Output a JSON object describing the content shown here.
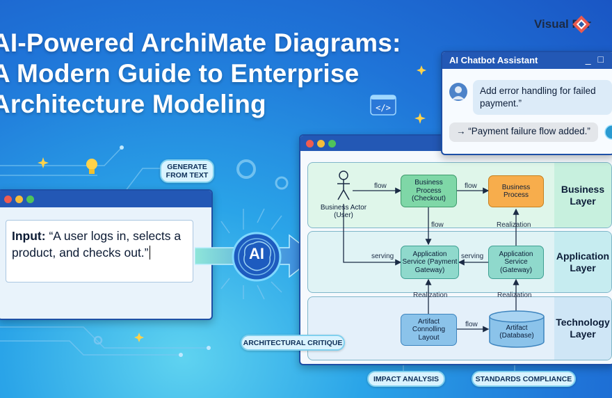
{
  "title": {
    "line1": "AI-Powered ArchiMate Diagrams:",
    "line2": "A Modern Guide to Enterprise",
    "line3": "Architecture Modeling"
  },
  "logo": {
    "text": "Visual Par",
    "icon": "diamond-logo-icon"
  },
  "pills": {
    "generate_line1": "GENERATE",
    "generate_line2": "FROM TEXT",
    "critique": "ARCHITECTURAL CRITIQUE",
    "impact": "IMPACT ANALYSIS",
    "standards": "STANDARDS COMPLIANCE"
  },
  "input_window": {
    "label": "Input:",
    "text": "“A user logs in, selects a product, and checks out.”"
  },
  "ai_badge": {
    "text": "AI",
    "icon": "brain-icon"
  },
  "chat": {
    "title": "AI Chatbot Assistant",
    "user_message": "Add error handling for failed payment.”",
    "bot_message": "→ “Payment failure flow added.”"
  },
  "diagram": {
    "layers": {
      "business": "Business Layer",
      "application": "Application Layer",
      "technology": "Technology Layer"
    },
    "nodes": {
      "actor": "Business Actor (User)",
      "bp_checkout": "Business Process (Checkout)",
      "bp": "Business Process",
      "app_payment": "Application Service (Payment Gateway)",
      "app_gateway": "Application Service (Gateway)",
      "artifact_layout": "Artifact Connolling Layout",
      "artifact_db": "Artifact (Database)"
    },
    "edges": {
      "flow1": "flow",
      "flow2": "flow",
      "flow3": "flow",
      "flow4": "flow",
      "serving1": "serving",
      "serving2": "serving",
      "realization1": "Realization",
      "realization2": "Realization",
      "realization3": "Realization"
    }
  },
  "colors": {
    "accent": "#2358b5",
    "green": "#7fd7a7",
    "orange": "#f7ad4c",
    "layer_business": "#c7f0de",
    "layer_application": "#c6ecf0",
    "layer_technology": "#cfe6f6"
  }
}
